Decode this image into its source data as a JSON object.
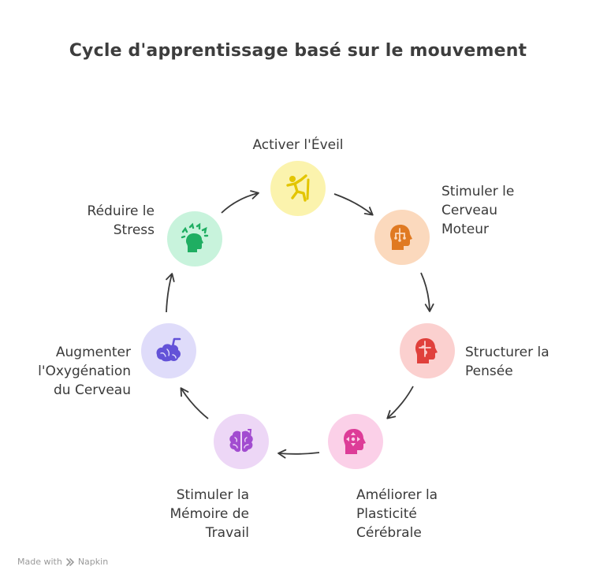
{
  "title": "Cycle d'apprentissage basé sur le mouvement",
  "steps": [
    {
      "label": "Activer l'Éveil",
      "icon": "person-jumping-icon",
      "bg": "#fbf3ad",
      "fg": "#e3c500"
    },
    {
      "label": "Stimuler le\nCerveau\nMoteur",
      "icon": "head-brain-circuit-icon",
      "bg": "#fbd9bd",
      "fg": "#e07a22"
    },
    {
      "label": "Structurer la\nPensée",
      "icon": "head-puzzle-icon",
      "bg": "#fbd0cf",
      "fg": "#e0403c"
    },
    {
      "label": "Améliorer la\nPlasticité\nCérébrale",
      "icon": "head-arrows-icon",
      "bg": "#fbd0e8",
      "fg": "#dd3c98"
    },
    {
      "label": "Stimuler la\nMémoire de\nTravail",
      "icon": "brain-icon",
      "bg": "#edd7f6",
      "fg": "#a24cd0"
    },
    {
      "label": "Augmenter\nl'Oxygénation\ndu Cerveau",
      "icon": "brain-straw-icon",
      "bg": "#dfdcfa",
      "fg": "#6352d8"
    },
    {
      "label": "Réduire le\nStress",
      "icon": "stressed-head-icon",
      "bg": "#c8f3dc",
      "fg": "#1fae62"
    }
  ],
  "footer": {
    "made_with": "Made with",
    "brand": "Napkin"
  }
}
